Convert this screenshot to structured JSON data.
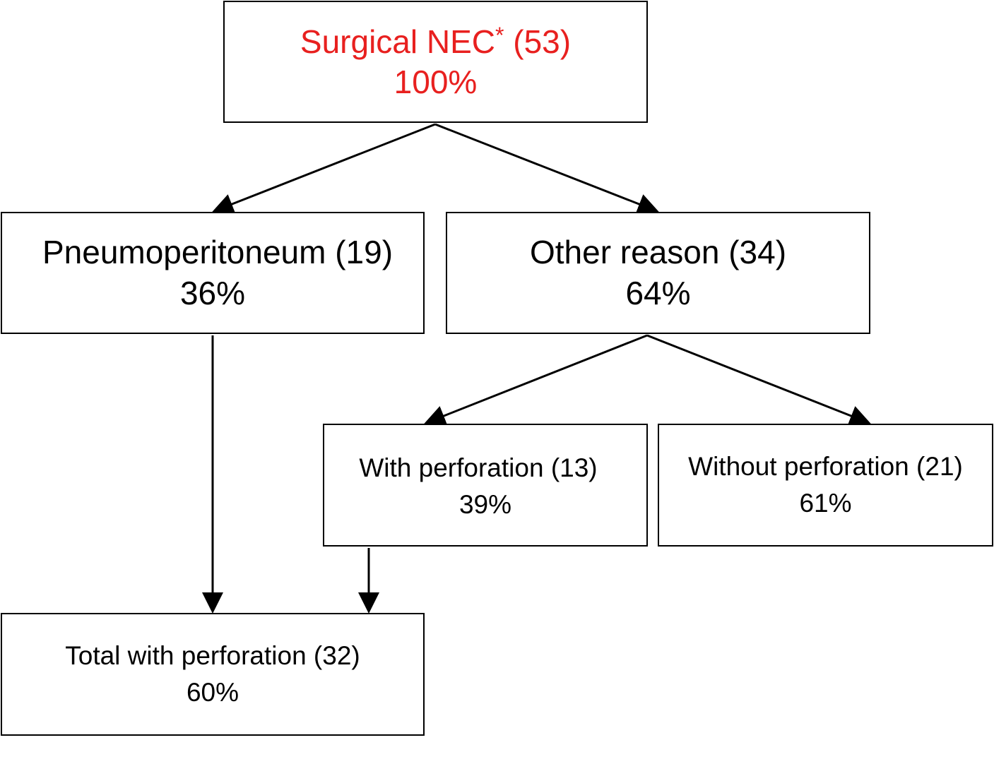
{
  "nodes": {
    "root": {
      "label": "Surgical NEC",
      "asterisk": "*",
      "count": "(53)",
      "percent": "100%",
      "color": "#e8201f"
    },
    "pneumoperitoneum": {
      "label": "Pneumoperitoneum (19)",
      "percent": "36%"
    },
    "other_reason": {
      "label": "Other reason (34)",
      "percent": "64%"
    },
    "with_perforation": {
      "label": "With perforation (13)",
      "percent": "39%"
    },
    "without_perforation": {
      "label": "Without perforation (21)",
      "percent": "61%"
    },
    "total_with_perforation": {
      "label": "Total with perforation (32)",
      "percent": "60%"
    }
  },
  "edges": [
    {
      "from": "root",
      "to": "pneumoperitoneum"
    },
    {
      "from": "root",
      "to": "other_reason"
    },
    {
      "from": "other_reason",
      "to": "with_perforation"
    },
    {
      "from": "other_reason",
      "to": "without_perforation"
    },
    {
      "from": "pneumoperitoneum",
      "to": "total_with_perforation"
    },
    {
      "from": "with_perforation",
      "to": "total_with_perforation"
    }
  ]
}
